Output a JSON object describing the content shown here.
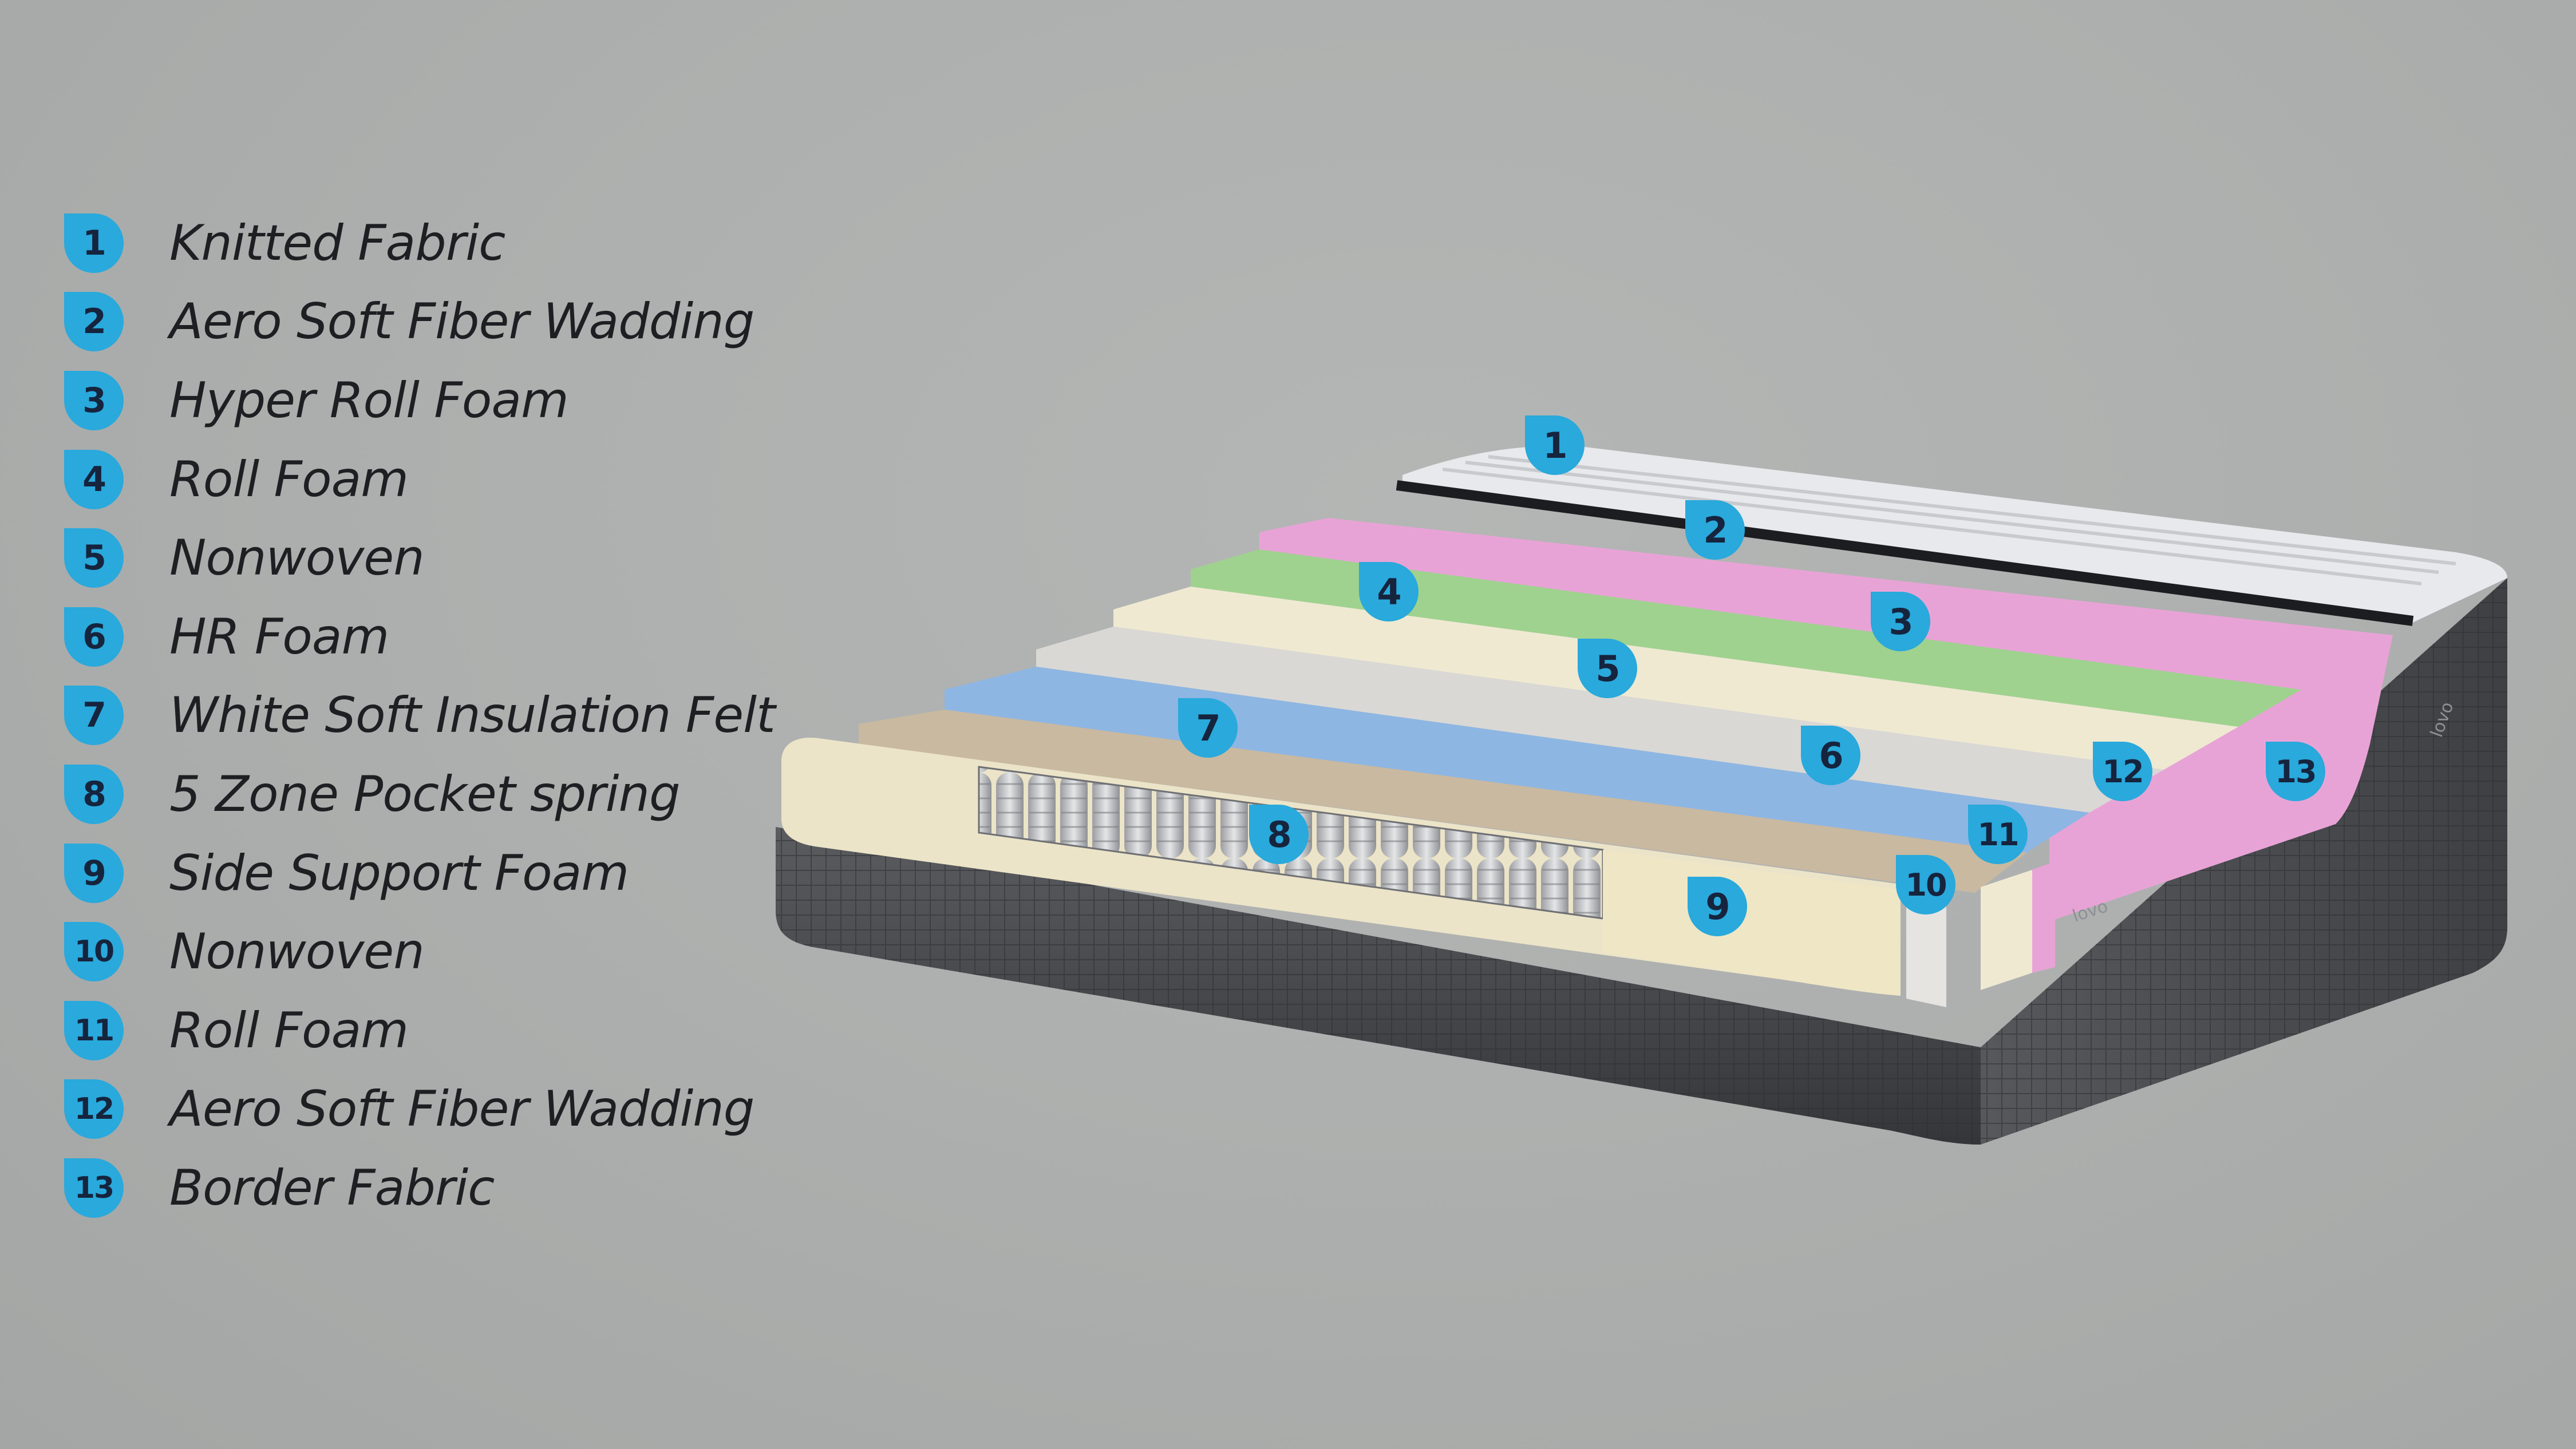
{
  "legend": {
    "items": [
      {
        "number": "1",
        "label": "Knitted Fabric"
      },
      {
        "number": "2",
        "label": "Aero Soft Fiber Wadding"
      },
      {
        "number": "3",
        "label": "Hyper Roll Foam"
      },
      {
        "number": "4",
        "label": "Roll Foam"
      },
      {
        "number": "5",
        "label": "Nonwoven"
      },
      {
        "number": "6",
        "label": "HR Foam"
      },
      {
        "number": "7",
        "label": "White Soft Insulation Felt"
      },
      {
        "number": "8",
        "label": "5 Zone Pocket spring"
      },
      {
        "number": "9",
        "label": "Side Support Foam"
      },
      {
        "number": "10",
        "label": "Nonwoven"
      },
      {
        "number": "11",
        "label": "Roll Foam"
      },
      {
        "number": "12",
        "label": "Aero Soft Fiber Wadding"
      },
      {
        "number": "13",
        "label": "Border Fabric"
      }
    ]
  },
  "markers": {
    "m1": "1",
    "m2": "2",
    "m3": "3",
    "m4": "4",
    "m5": "5",
    "m6": "6",
    "m7": "7",
    "m8": "8",
    "m9": "9",
    "m10": "10",
    "m11": "11",
    "m12": "12",
    "m13": "13"
  },
  "brand": {
    "label": "lovo"
  },
  "colors": {
    "badge_fill": "#29a9dc",
    "badge_text": "#16243e",
    "knitted_fabric": "#e8e9ec",
    "pink_layer": "#e8a3d6",
    "green_layer": "#9fd28f",
    "cream_layer": "#efe9d2",
    "white_layer": "#e4e3e0",
    "blue_layer": "#8db6e3",
    "felt_layer": "#c9b9a0",
    "border_fabric": "#4a4c50"
  }
}
